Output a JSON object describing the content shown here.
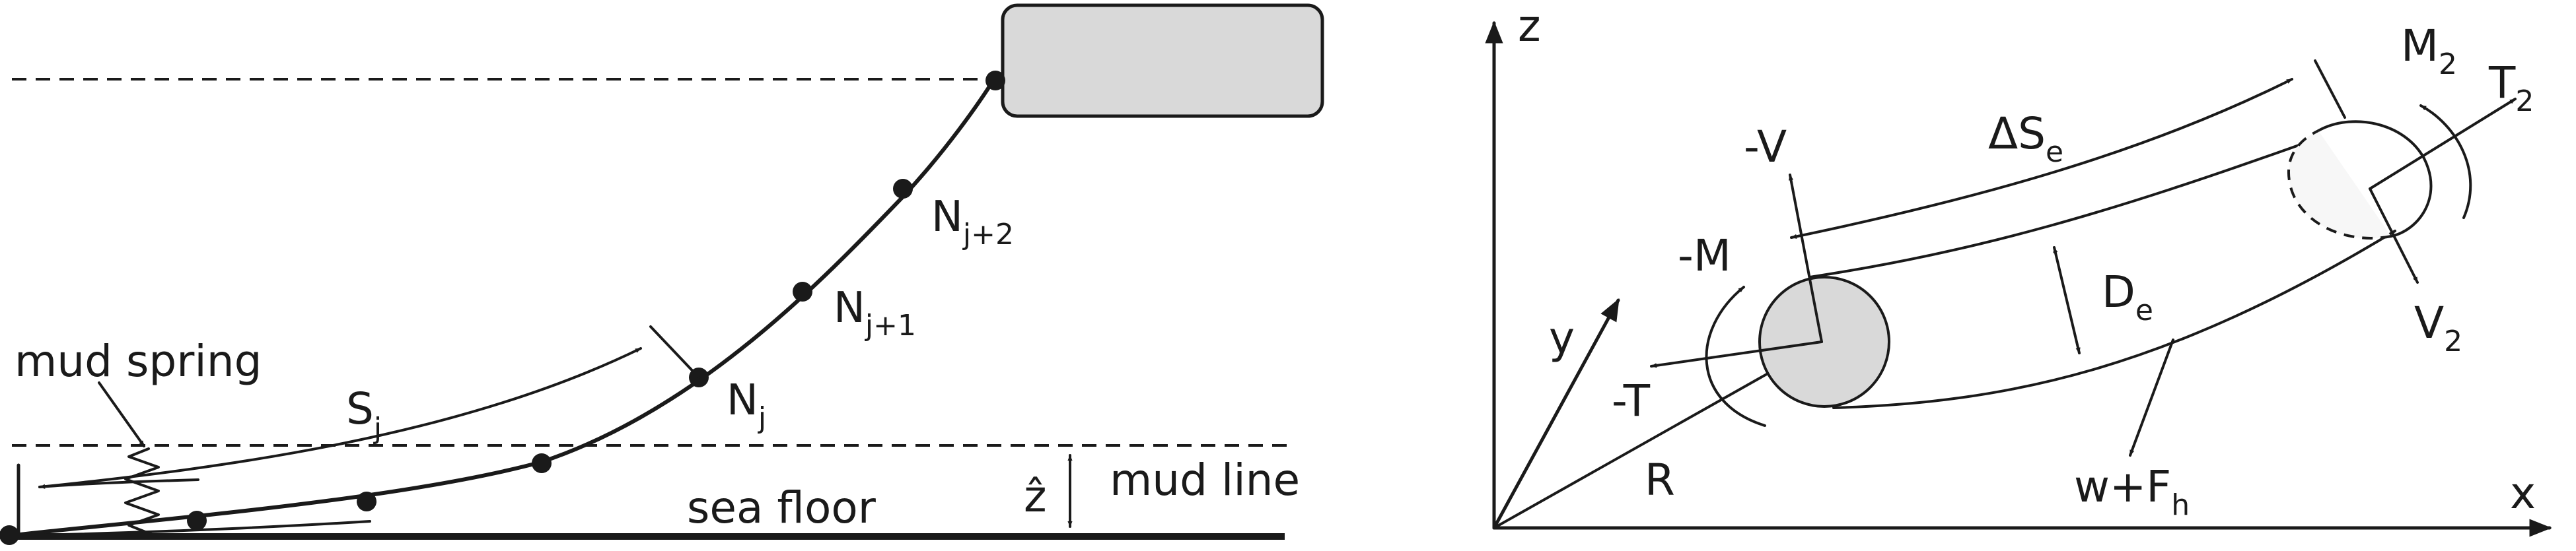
{
  "left_panel": {
    "labels": {
      "mud_spring": "mud spring",
      "s": "S",
      "s_sub": "j",
      "n": "N",
      "n_j_sub": "j",
      "n_j1_sub": "j+1",
      "n_j2_sub": "j+2",
      "z_hat": "ẑ",
      "mud_line": "mud line",
      "sea_floor": "sea floor"
    }
  },
  "right_panel": {
    "axes": {
      "x": "x",
      "y": "y",
      "z": "z"
    },
    "labels": {
      "R": "R",
      "minus_T": "-T",
      "minus_M": "-M",
      "minus_V": "-V",
      "delta_s": "ΔS",
      "delta_s_sub": "e",
      "d": "D",
      "d_sub": "e",
      "m2": "M",
      "m2_sub": "2",
      "t2": "T",
      "t2_sub": "2",
      "v2": "V",
      "v2_sub": "2",
      "w": "w+F",
      "w_sub": "h"
    }
  },
  "colors": {
    "ink": "#1a1a1a",
    "fill_gray": "#d9d9d9",
    "fill_light": "#f7f7f7"
  }
}
